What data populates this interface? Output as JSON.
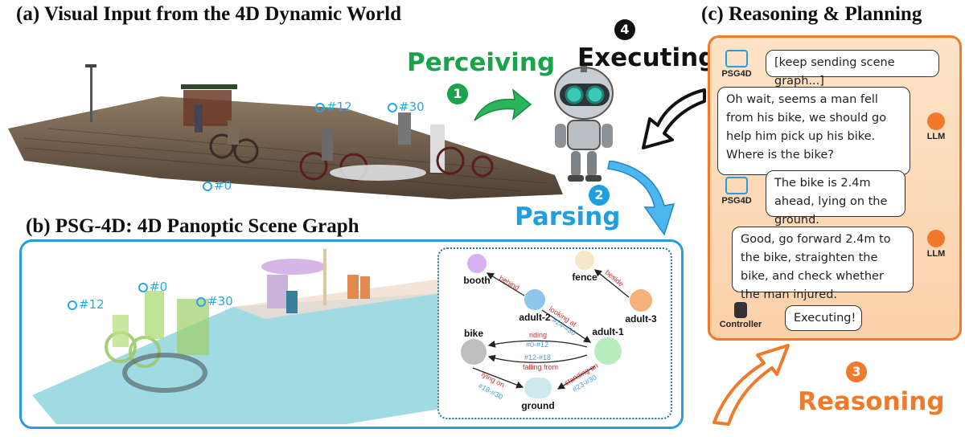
{
  "panels": {
    "a_title": "(a) Visual Input from the 4D Dynamic World",
    "b_title": "(b) PSG-4D: 4D Panoptic Scene Graph",
    "c_title": "(c) Reasoning & Planning"
  },
  "scene_a_labels": [
    "#0",
    "#12",
    "#30"
  ],
  "scene_b_labels": [
    "#0",
    "#12",
    "#30"
  ],
  "steps": [
    {
      "num": "1",
      "label": "Perceiving",
      "color": "#1aa34a"
    },
    {
      "num": "2",
      "label": "Parsing",
      "color": "#1f9ee0"
    },
    {
      "num": "3",
      "label": "Reasoning",
      "color": "#f07a2a"
    },
    {
      "num": "4",
      "label": "Executing",
      "color": "#111111"
    }
  ],
  "chat": [
    {
      "speaker": "PSG4D",
      "text": "[keep sending scene graph...]"
    },
    {
      "speaker": "LLM",
      "text": "Oh wait, seems a man fell from his bike, we should go help him pick up his bike. Where is the bike?"
    },
    {
      "speaker": "PSG4D",
      "text": "The bike is 2.4m ahead, lying on the ground."
    },
    {
      "speaker": "LLM",
      "text": "Good, go forward 2.4m to the bike, straighten the bike, and check whether the man injured."
    },
    {
      "speaker": "Controller",
      "text": "Executing!"
    }
  ],
  "graph": {
    "nodes": {
      "booth": "booth",
      "fence": "fence",
      "adult2": "adult-2",
      "adult3": "adult-3",
      "adult1": "adult-1",
      "bike": "bike",
      "ground": "ground"
    },
    "edges": {
      "behind": "behind",
      "beside": "beside",
      "looking_at": "looking at",
      "looking_at_t": "#24-#30",
      "riding": "riding",
      "riding_t": "#0-#12",
      "falling_t": "#12-#18",
      "falling": "falling from",
      "lying": "lying on",
      "lying_t": "#18-#30",
      "standing": "standing on",
      "standing_t": "#23-#30"
    }
  },
  "colors": {
    "blue_border": "#2a9be0",
    "orange_border": "#f07a2a",
    "relation_red": "#d62f2f",
    "time_blue": "#4a9fd8"
  }
}
